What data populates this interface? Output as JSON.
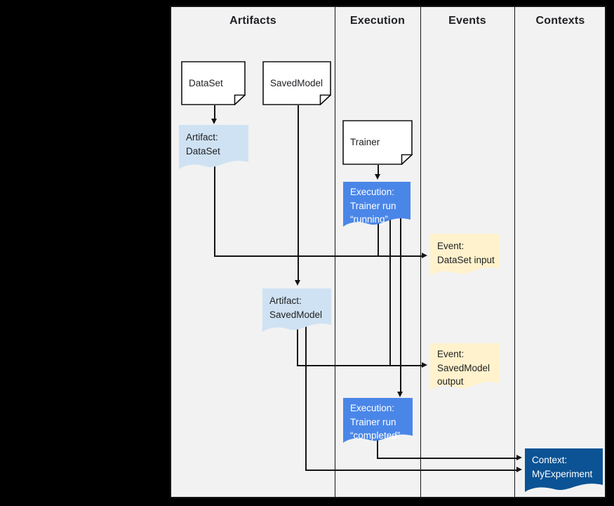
{
  "columns": [
    {
      "label": "Artifacts"
    },
    {
      "label": "Execution"
    },
    {
      "label": "Events"
    },
    {
      "label": "Contexts"
    }
  ],
  "nodes": {
    "dataset_box": {
      "label": "DataSet"
    },
    "savedmodel_box": {
      "label": "SavedModel"
    },
    "trainer_box": {
      "label": "Trainer"
    },
    "artifact_dataset": {
      "label": "Artifact:\nDataSet"
    },
    "execution_running": {
      "label": "Execution:\nTrainer run\n“running”"
    },
    "event_dataset_input": {
      "label": "Event:\nDataSet input"
    },
    "artifact_savedmodel": {
      "label": "Artifact:\nSavedModel"
    },
    "event_savedmodel_output": {
      "label": "Event:\nSavedModel\noutput"
    },
    "execution_completed": {
      "label": "Execution:\nTrainer run\n“completed”"
    },
    "context_myexperiment": {
      "label": "Context:\nMyExperiment"
    }
  },
  "colors": {
    "canvas_bg": "#000000",
    "diagram_bg": "#f2f2f2",
    "line": "#141414",
    "note_fill": "#ffffff",
    "artifact_fill": "#cfe2f3",
    "execution_fill": "#4a86e8",
    "event_fill": "#fff2cc",
    "context_fill": "#0b5394",
    "text_dark": "#202124",
    "text_light": "#ffffff"
  }
}
